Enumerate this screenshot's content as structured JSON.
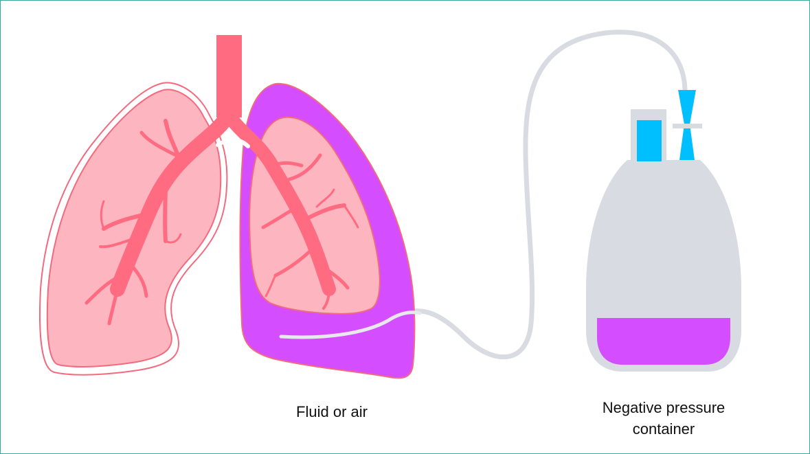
{
  "labels": {
    "fluid": "Fluid or air",
    "container_line1": "Negative pressure",
    "container_line2": "container"
  },
  "colors": {
    "frame": "#3aa6a0",
    "lung_fill": "#fdb5c0",
    "lung_outline": "#f26a7e",
    "airway": "#ff6b80",
    "fluid": "#d44dff",
    "tube": "#d9dbe2",
    "container": "#d9dbe2",
    "container_rim": "#c8cad2",
    "cap": "#00bfff"
  }
}
